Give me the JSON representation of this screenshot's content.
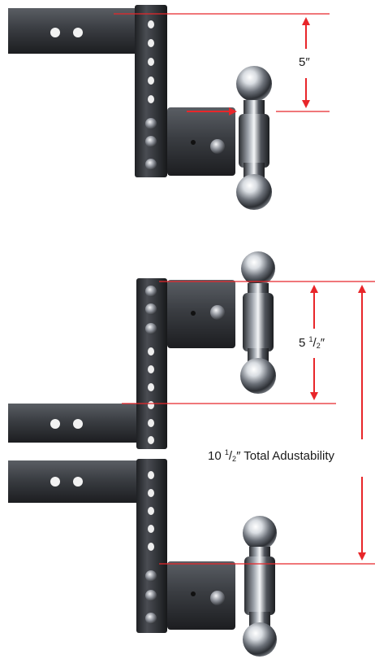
{
  "colors": {
    "measure_red": "#e8262a",
    "steel_dark": "#2b2d31",
    "steel_mid": "#4a4d53",
    "steel_light": "#6c7077",
    "chrome_light": "#f2f4f6",
    "chrome_dark": "#3d4046",
    "background": "#ffffff"
  },
  "labels": {
    "top_rise": {
      "whole": "5",
      "inch_mark": "″"
    },
    "mid_rise": {
      "whole": "5 ",
      "num": "1",
      "slash": "/",
      "den": "2",
      "inch_mark": "″"
    },
    "total": {
      "whole": "10 ",
      "num": "1",
      "slash": "/",
      "den": "2",
      "rest": "″ Total Adustability"
    }
  },
  "icons": {
    "arrow": "double-headed-arrow-icon",
    "ball": "hitch-ball-icon",
    "pin": "hitch-pin-icon",
    "hole": "adjustment-hole-icon"
  }
}
